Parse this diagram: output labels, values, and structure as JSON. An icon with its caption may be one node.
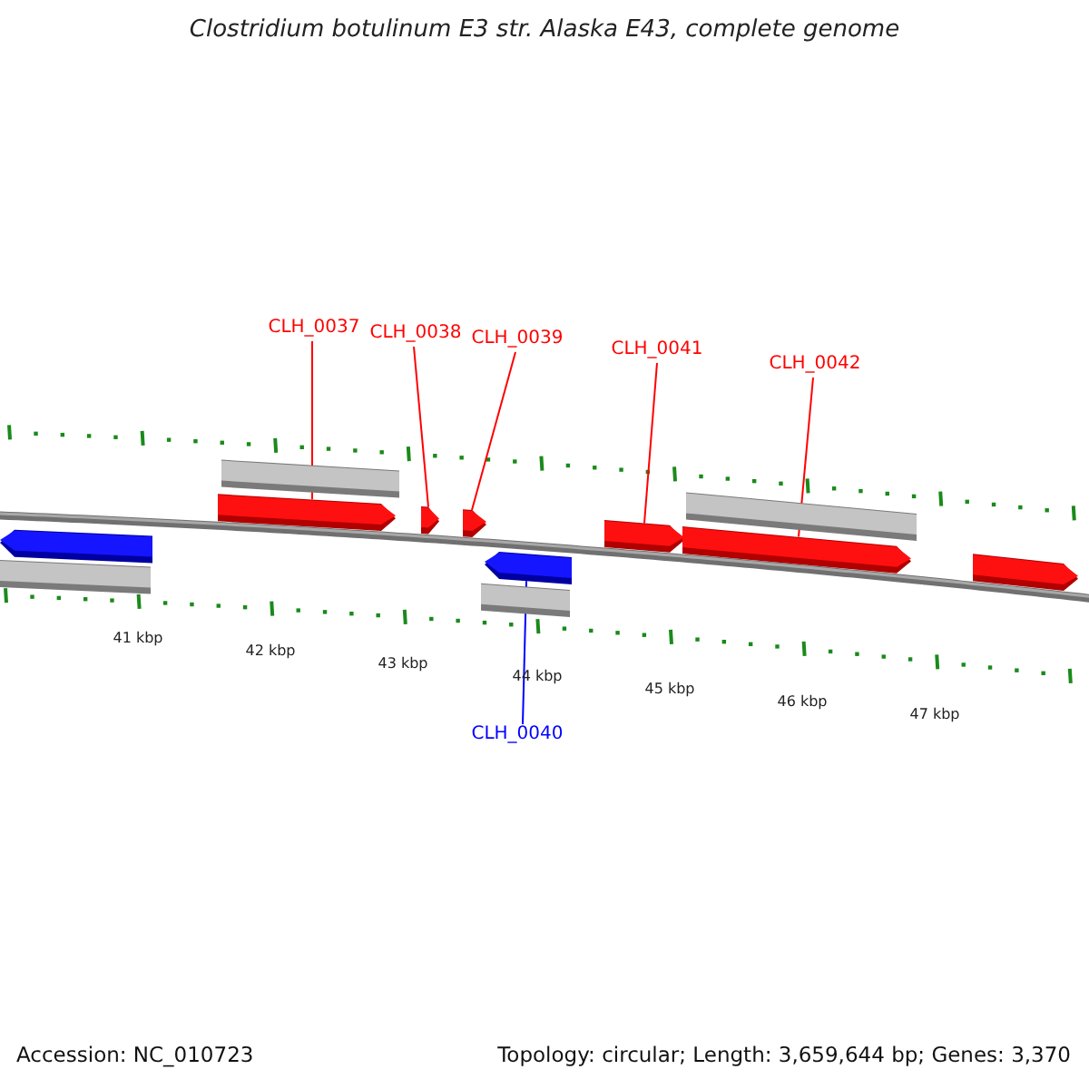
{
  "diagram": {
    "title": "Clostridium botulinum E3 str. Alaska E43, complete genome",
    "nodes": [
      {
        "text": [
          "CLH_0037"
        ]
      },
      {
        "text": [
          "CLH_0038"
        ]
      },
      {
        "text": [
          "CLH_0039"
        ]
      },
      {
        "text": [
          "CLH_0041"
        ]
      },
      {
        "text": [
          "CLH_0042"
        ]
      },
      {
        "text": [
          "CLH_0040"
        ]
      },
      {
        "text": [],
        "shape": "arrow"
      },
      {
        "text": [],
        "shape": "arrow"
      },
      {
        "text": [],
        "shape": "arrow"
      },
      {
        "text": [],
        "shape": "arrow"
      },
      {
        "text": [],
        "shape": "arrow"
      },
      {
        "text": [],
        "shape": "arrow"
      }
    ],
    "edges": [
      {
        "from": 0,
        "to": 6,
        "arrow": "none"
      },
      {
        "from": 1,
        "to": 7,
        "arrow": "none"
      },
      {
        "from": 2,
        "to": 8,
        "arrow": "none"
      },
      {
        "from": 3,
        "to": 9,
        "arrow": "none"
      },
      {
        "from": 4,
        "to": 10,
        "arrow": "none"
      },
      {
        "from": 5,
        "to": 11,
        "arrow": "none",
        "color": "#0000ff"
      }
    ],
    "labels": [
      "41 kbp",
      "42 kbp",
      "43 kbp",
      "44 kbp",
      "45 kbp",
      "46 kbp",
      "47 kbp",
      "Accession: NC_010723",
      "Topology: circular; Length: 3,659,644 bp; Genes: 3,370"
    ]
  }
}
